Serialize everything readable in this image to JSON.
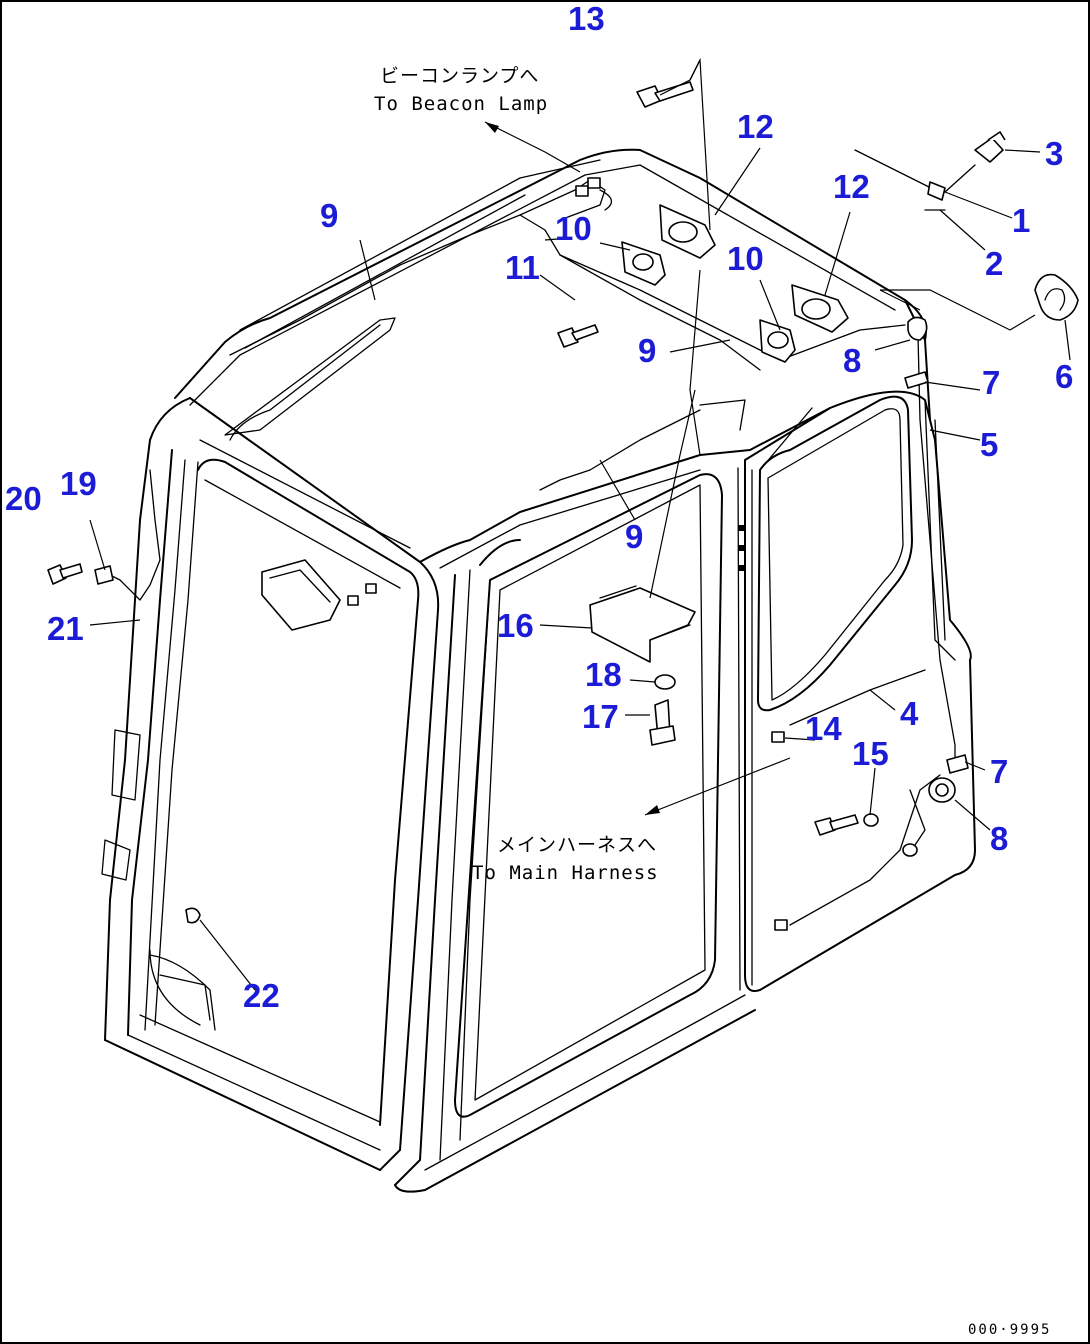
{
  "figure": {
    "code": "000·9995"
  },
  "notes": {
    "beacon_jp": "ビーコンランプへ",
    "beacon_en": "To Beacon Lamp",
    "harness_jp": "メインハーネスへ",
    "harness_en": "To Main Harness"
  },
  "callouts": [
    {
      "id": "c13",
      "label": "13"
    },
    {
      "id": "c12a",
      "label": "12"
    },
    {
      "id": "c12b",
      "label": "12"
    },
    {
      "id": "c3",
      "label": "3"
    },
    {
      "id": "c1",
      "label": "1"
    },
    {
      "id": "c2",
      "label": "2"
    },
    {
      "id": "c9a",
      "label": "9"
    },
    {
      "id": "c10a",
      "label": "10"
    },
    {
      "id": "c10b",
      "label": "10"
    },
    {
      "id": "c11",
      "label": "11"
    },
    {
      "id": "c9b",
      "label": "9"
    },
    {
      "id": "c8a",
      "label": "8"
    },
    {
      "id": "c6",
      "label": "6"
    },
    {
      "id": "c7a",
      "label": "7"
    },
    {
      "id": "c5",
      "label": "5"
    },
    {
      "id": "c20",
      "label": "20"
    },
    {
      "id": "c19",
      "label": "19"
    },
    {
      "id": "c9c",
      "label": "9"
    },
    {
      "id": "c21",
      "label": "21"
    },
    {
      "id": "c16",
      "label": "16"
    },
    {
      "id": "c18",
      "label": "18"
    },
    {
      "id": "c17",
      "label": "17"
    },
    {
      "id": "c14",
      "label": "14"
    },
    {
      "id": "c4",
      "label": "4"
    },
    {
      "id": "c15",
      "label": "15"
    },
    {
      "id": "c7b",
      "label": "7"
    },
    {
      "id": "c8b",
      "label": "8"
    },
    {
      "id": "c22",
      "label": "22"
    }
  ]
}
